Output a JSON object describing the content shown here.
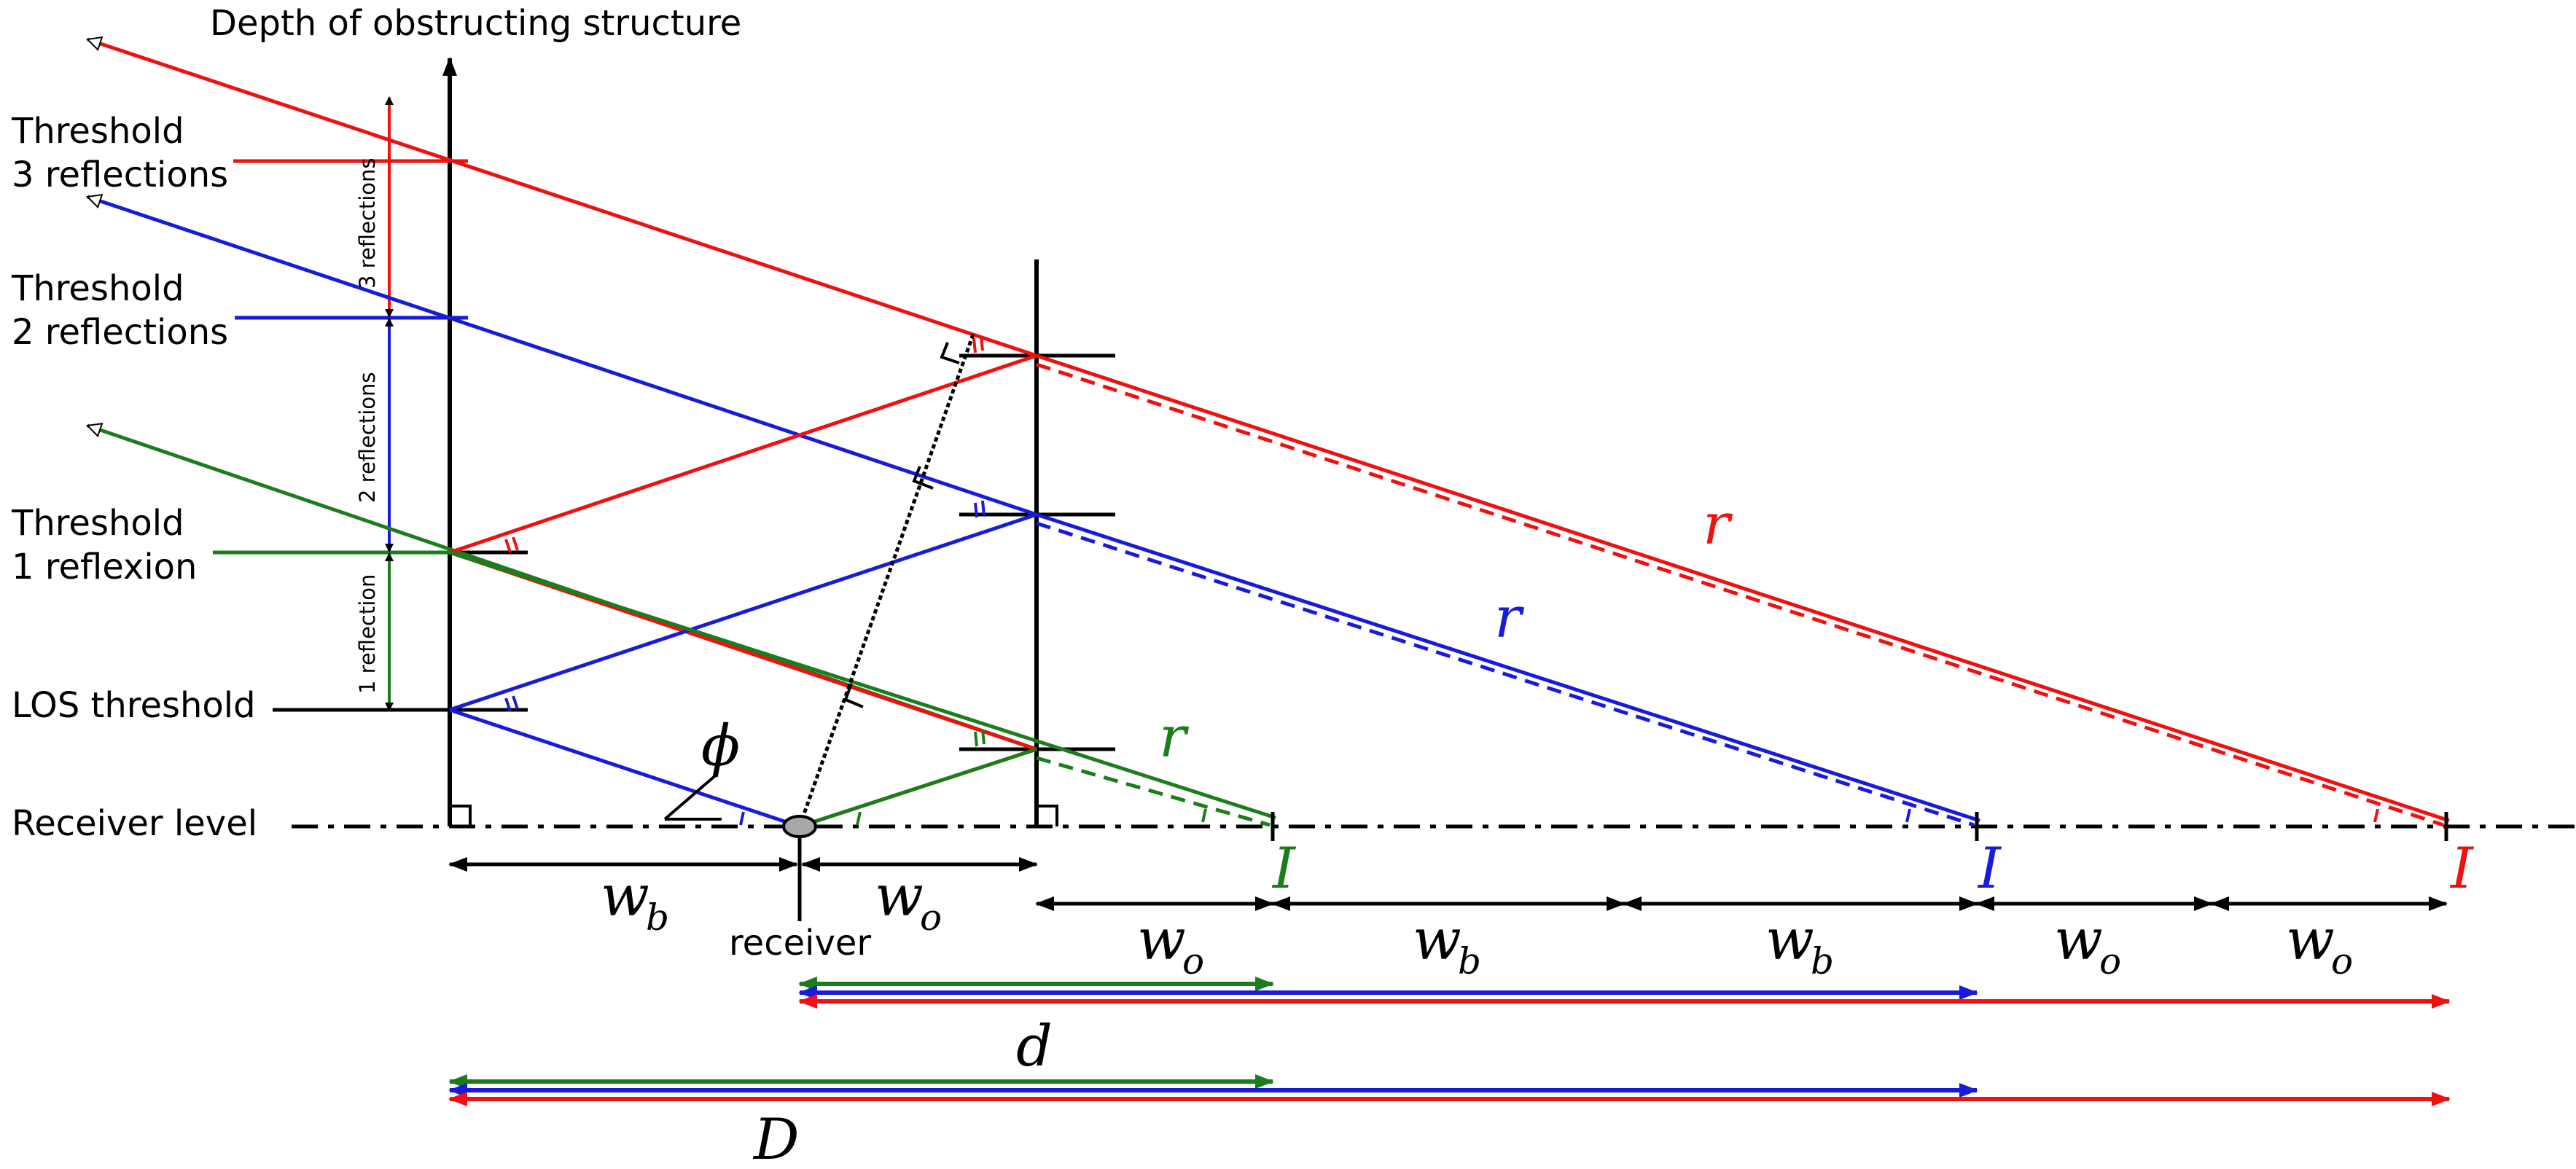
{
  "colors": {
    "black": "#000000",
    "red": "#ee1111",
    "blue": "#1a1adb",
    "green": "#1b7d1b",
    "receiver_fill": "#a8a8a8"
  },
  "labels": {
    "depth_axis": "Depth of obstructing structure",
    "threshold3_line1": "Threshold",
    "threshold3_line2": "3 reflections",
    "threshold2_line1": "Threshold",
    "threshold2_line2": "2 reflections",
    "threshold1_line1": "Threshold",
    "threshold1_line2": "1 reflexion",
    "los_threshold": "LOS threshold",
    "receiver_level": "Receiver level",
    "receiver": "receiver",
    "seg_1_reflection": "1 reflection",
    "seg_2_reflections": "2 reflections",
    "seg_3_reflections": "3 reflections"
  },
  "math": {
    "phi": "ϕ",
    "r": "r",
    "I": "I",
    "d": "d",
    "D": "D",
    "w": "w",
    "sub_b": "b",
    "sub_o": "o"
  }
}
